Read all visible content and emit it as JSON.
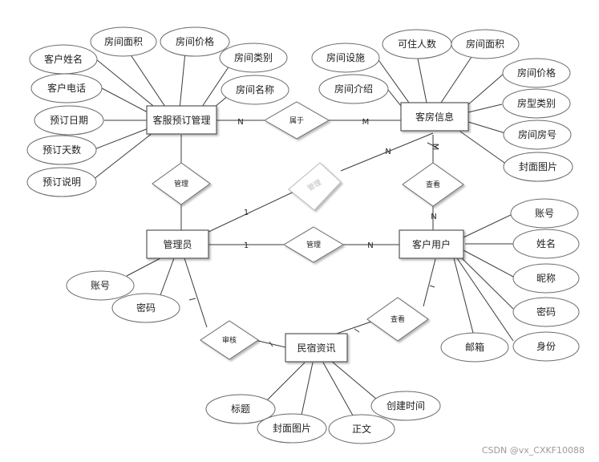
{
  "entities": {
    "booking": "客服预订管理",
    "room": "客房信息",
    "admin": "管理员",
    "customer": "客户用户",
    "news": "民宿资讯"
  },
  "relationships": {
    "belongs": "属于",
    "manage_booking": "管理",
    "manage_room": "管理",
    "view_room": "查看",
    "manage_customer": "管理",
    "review_news": "审核",
    "view_news": "查看"
  },
  "attributes": {
    "booking": [
      "客户姓名",
      "房间面积",
      "房间价格",
      "房间类别",
      "客户电话",
      "房间名称",
      "预订日期",
      "预订天数",
      "预订说明"
    ],
    "room": [
      "房间设施",
      "可住人数",
      "房间面积",
      "房间介绍",
      "房间价格",
      "房型类别",
      "房间房号",
      "封面图片"
    ],
    "customer": [
      "账号",
      "姓名",
      "昵称",
      "密码",
      "邮箱",
      "身份"
    ],
    "admin": [
      "账号",
      "密码"
    ],
    "news": [
      "标题",
      "封面图片",
      "正文",
      "创建时间"
    ]
  },
  "cardinality": {
    "booking_belongs": "N",
    "belongs_room": "M",
    "room_manage": "N",
    "manage_admin": "1",
    "room_view": "M",
    "view_customer": "N",
    "admin_manage": "1",
    "manage_customer": "N"
  },
  "watermark": "CSDN @vx_CXKF10088"
}
